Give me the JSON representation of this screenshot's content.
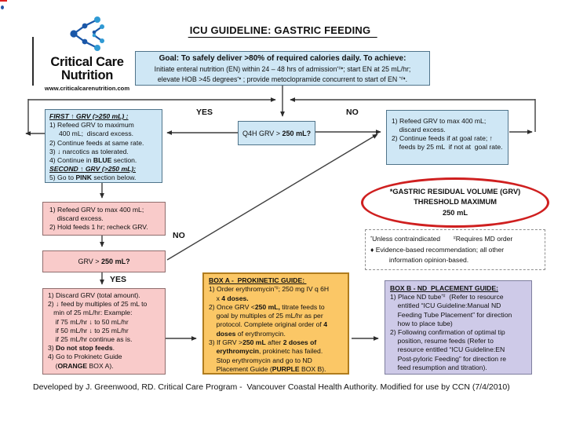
{
  "colors": {
    "box_blue": "#cfe7f5",
    "box_pink": "#f9cbca",
    "box_orange": "#fbc766",
    "box_purple": "#cecae8",
    "oval_red": "#cf1f1f",
    "logo_blue_dark": "#1a57a8",
    "logo_blue_light": "#2f9ad4"
  },
  "header": {
    "title": "ICU GUIDELINE: GASTRIC FEEDING",
    "logo": {
      "name_line1": "Critical Care",
      "name_line2": "Nutrition",
      "url": "www.criticalcarenutrition.com"
    }
  },
  "goal_box": {
    "lines": [
      [
        {
          "t": "Goal: To safely deliver >80% of required calories daily. To achieve:",
          "b": 1
        }
      ],
      [
        {
          "t": "Initiate enteral nutrition (EN) within 24 – 48 hrs of admission"
        },
        {
          "t": "*#♦",
          "sup": 1
        },
        {
          "t": "; start EN at 25 mL/hr;"
        }
      ],
      [
        {
          "t": "elevate HOB >45 degrees"
        },
        {
          "t": "*♦",
          "sup": 1
        },
        {
          "t": " ; provide metoclopramide concurrent to start of EN "
        },
        {
          "t": "*#♦",
          "sup": 1
        },
        {
          "t": "."
        }
      ]
    ]
  },
  "labels": {
    "yes_top": "YES",
    "no_top": "NO",
    "no_mid": "NO",
    "yes_mid": "YES"
  },
  "first_grv_box": {
    "lines": [
      [
        {
          "t": "FIRST ↑ GRV (>250 mL) :",
          "b": 1,
          "i": 1,
          "u": 1
        }
      ],
      [
        {
          "t": "1) Refeed GRV to maximum"
        }
      ],
      [
        {
          "t": "     400 mL;  discard excess."
        }
      ],
      [
        {
          "t": "2) Continue feeds at same rate."
        }
      ],
      [
        {
          "t": "3) ↓ narcotics as tolerated."
        }
      ],
      [
        {
          "t": "4) Continue in "
        },
        {
          "t": "BLUE",
          "b": 1
        },
        {
          "t": " section."
        }
      ],
      [
        {
          "t": "SECOND ↑ GRV (>250 mL):",
          "b": 1,
          "i": 1,
          "u": 1
        }
      ],
      [
        {
          "t": "5) Go to "
        },
        {
          "t": "PINK",
          "b": 1
        },
        {
          "t": " section below."
        }
      ]
    ]
  },
  "q4h_box": {
    "lines": [
      [
        {
          "t": "Q4H GRV > "
        },
        {
          "t": "250 mL?",
          "b": 1
        }
      ]
    ]
  },
  "refeed_right_box": {
    "lines": [
      [
        {
          "t": "1) Refeed GRV to max 400 mL;"
        }
      ],
      [
        {
          "t": "    discard excess."
        }
      ],
      [
        {
          "t": "2) Continue feeds if at goal rate; ↑"
        }
      ],
      [
        {
          "t": "    feeds by 25 mL  if not at  goal rate."
        }
      ]
    ]
  },
  "refeed_pink_box": {
    "lines": [
      [
        {
          "t": "1) Refeed GRV to max 400 mL;"
        }
      ],
      [
        {
          "t": "    discard excess."
        }
      ],
      [
        {
          "t": "2) Hold feeds 1 hr; recheck GRV."
        }
      ]
    ]
  },
  "grv_check_box": {
    "lines": [
      [
        {
          "t": "GRV > "
        },
        {
          "t": "250 mL?",
          "b": 1
        }
      ]
    ]
  },
  "discard_box": {
    "lines": [
      [
        {
          "t": "1) Discard GRV (total amount)."
        }
      ],
      [
        {
          "t": "2) ↓ feed by multiples of 25 mL to"
        }
      ],
      [
        {
          "t": "   min of 25 mL/hr: Example:"
        }
      ],
      [
        {
          "t": "    if 75 mL/hr ↓ to 50 mL/hr"
        }
      ],
      [
        {
          "t": "    if 50 mL/hr ↓ to 25 mL/hr"
        }
      ],
      [
        {
          "t": "    if 25 mL/hr continue as is."
        }
      ],
      [
        {
          "t": "3) "
        },
        {
          "t": "Do not stop feeds",
          "b": 1
        },
        {
          "t": "."
        }
      ],
      [
        {
          "t": "4) Go to Prokinetc Guide"
        }
      ],
      [
        {
          "t": "    ("
        },
        {
          "t": "ORANGE",
          "b": 1
        },
        {
          "t": " BOX A)."
        }
      ]
    ]
  },
  "box_a": {
    "lines": [
      [
        {
          "t": "BOX A -  PROKINETIC GUIDE: ",
          "b": 1,
          "u": 1
        }
      ],
      [
        {
          "t": "1) Order erythromycin"
        },
        {
          "t": "*#",
          "sup": 1
        },
        {
          "t": "; 250 mg IV q 6H"
        }
      ],
      [
        {
          "t": "    x "
        },
        {
          "t": "4 doses.",
          "b": 1
        }
      ],
      [
        {
          "t": "2) Once GRV <"
        },
        {
          "t": "250 mL,",
          "b": 1
        },
        {
          "t": " titrate feeds to"
        }
      ],
      [
        {
          "t": "    goal by multiples of 25 mL/hr as per"
        }
      ],
      [
        {
          "t": "    protocol. Complete original order of "
        },
        {
          "t": "4",
          "b": 1
        }
      ],
      [
        {
          "t": "    "
        },
        {
          "t": "doses",
          "b": 1
        },
        {
          "t": " of erythromycin."
        }
      ],
      [
        {
          "t": "3) If GRV >"
        },
        {
          "t": "250 mL",
          "b": 1
        },
        {
          "t": " after "
        },
        {
          "t": "2 doses of",
          "b": 1
        }
      ],
      [
        {
          "t": "    "
        },
        {
          "t": "erythromycin",
          "b": 1
        },
        {
          "t": ", prokinetc has failed."
        }
      ],
      [
        {
          "t": "    Stop erythromycin and go to ND"
        }
      ],
      [
        {
          "t": "    Placement Guide ("
        },
        {
          "t": "PURPLE",
          "b": 1
        },
        {
          "t": " BOX B)."
        }
      ]
    ]
  },
  "box_b": {
    "lines": [
      [
        {
          "t": "BOX B - ND  PLACEMENT GUIDE:",
          "b": 1,
          "u": 1
        }
      ],
      [
        {
          "t": "1) Place ND tube"
        },
        {
          "t": "*#",
          "sup": 1
        },
        {
          "t": "  (Refer to resource"
        }
      ],
      [
        {
          "t": "    entitled “ICU Guideline:Manual ND"
        }
      ],
      [
        {
          "t": "    Feeding Tube Placement” for direction"
        }
      ],
      [
        {
          "t": "    how to place tube)"
        }
      ],
      [
        {
          "t": "2) Following confirmation of optimal tip"
        }
      ],
      [
        {
          "t": "    position, resume feeds (Refer to"
        }
      ],
      [
        {
          "t": "    resource entitled “ICU Guideline:EN"
        }
      ],
      [
        {
          "t": "    Post-pyloric Feeding” for direction re"
        }
      ],
      [
        {
          "t": "    feed resumption and titration)."
        }
      ]
    ]
  },
  "grv_oval": {
    "lines": [
      [
        {
          "t": "*GASTRIC RESIDUAL VOLUME (GRV)",
          "b": 1
        }
      ],
      [
        {
          "t": "THRESHOLD MAXIMUM",
          "b": 1
        }
      ],
      [
        {
          "t": "250 mL",
          "b": 1
        }
      ]
    ]
  },
  "footnote_box": {
    "lines": [
      [
        {
          "t": "*",
          "sup": 1
        },
        {
          "t": "Unless contraindicated       "
        },
        {
          "t": "#",
          "sup": 1
        },
        {
          "t": "Requires MD order"
        }
      ],
      [
        {
          "t": "♦ Evidence-based recommendation; all other"
        }
      ],
      [
        {
          "t": "          information opinion-based."
        }
      ]
    ]
  },
  "footer": {
    "credit": "Developed by J. Greenwood, RD. Critical Care Program -  Vancouver Coastal Health Authority. Modified for use by CCN (7/4/2010)"
  }
}
